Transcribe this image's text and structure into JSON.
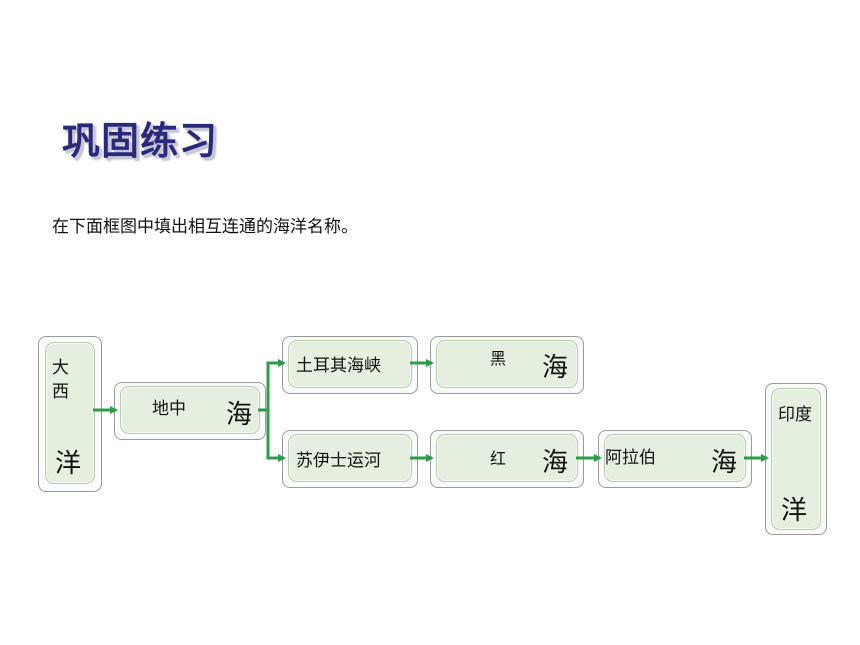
{
  "title": "巩固练习",
  "instruction": "在下面框图中填出相互连通的海洋名称。",
  "nodes": {
    "atlantic": {
      "text": "大西",
      "suffix": "洋"
    },
    "mediterranean": {
      "text": "地中",
      "suffix": "海"
    },
    "bosporus": {
      "text": "土耳其海峡"
    },
    "black_sea": {
      "text": "黑",
      "suffix": "海"
    },
    "suez": {
      "text": "苏伊士运河"
    },
    "red_sea": {
      "text": "红",
      "suffix": "海"
    },
    "arabian_sea": {
      "text": "阿拉伯",
      "suffix": "海"
    },
    "indian_ocean": {
      "text": "印度",
      "suffix": "洋"
    }
  },
  "colors": {
    "arrow": "#2e9a4c",
    "box_fill": "#e4efdf",
    "title": "#2b2a7a"
  }
}
